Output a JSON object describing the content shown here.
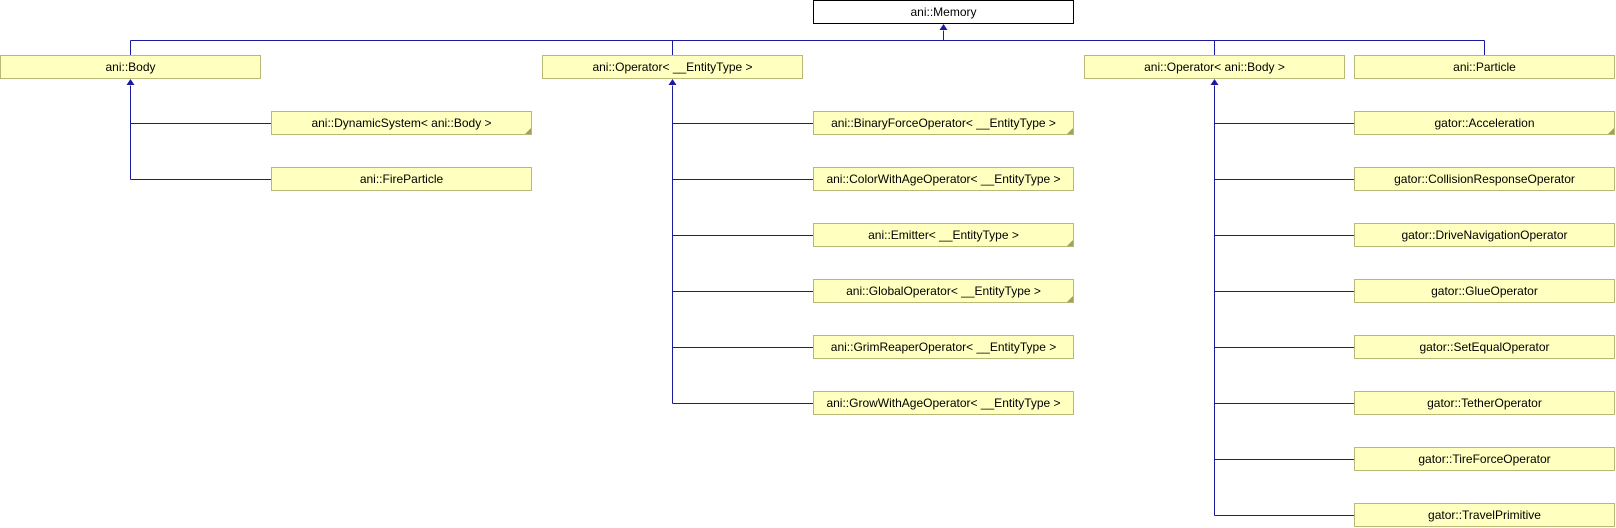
{
  "diagram": {
    "root": {
      "id": "memory",
      "label": "ani::Memory"
    },
    "children_of_root": [
      {
        "id": "body",
        "label": "ani::Body"
      },
      {
        "id": "operator-entity",
        "label": "ani::Operator< __EntityType >"
      },
      {
        "id": "operator-body",
        "label": "ani::Operator< ani::Body >"
      },
      {
        "id": "particle",
        "label": "ani::Particle"
      }
    ],
    "subclasses": {
      "body": [
        {
          "label": "ani::DynamicSystem< ani::Body >",
          "truncated": true
        },
        {
          "label": "ani::FireParticle",
          "truncated": false
        }
      ],
      "operator-entity": [
        {
          "label": "ani::BinaryForceOperator< __EntityType >",
          "truncated": true
        },
        {
          "label": "ani::ColorWithAgeOperator< __EntityType >",
          "truncated": false
        },
        {
          "label": "ani::Emitter< __EntityType >",
          "truncated": true
        },
        {
          "label": "ani::GlobalOperator< __EntityType >",
          "truncated": true
        },
        {
          "label": "ani::GrimReaperOperator< __EntityType >",
          "truncated": false
        },
        {
          "label": "ani::GrowWithAgeOperator< __EntityType >",
          "truncated": false
        }
      ],
      "operator-body": [
        {
          "label": "gator::Acceleration",
          "truncated": true
        },
        {
          "label": "gator::CollisionResponseOperator",
          "truncated": false
        },
        {
          "label": "gator::DriveNavigationOperator",
          "truncated": false
        },
        {
          "label": "gator::GlueOperator",
          "truncated": false
        },
        {
          "label": "gator::SetEqualOperator",
          "truncated": false
        },
        {
          "label": "gator::TetherOperator",
          "truncated": false
        },
        {
          "label": "gator::TireForceOperator",
          "truncated": false
        },
        {
          "label": "gator::TravelPrimitive",
          "truncated": false
        }
      ]
    },
    "colors": {
      "class_fill": "#ffffc0",
      "class_border": "#b8b878",
      "root_fill": "#ffffff",
      "root_border": "#000000",
      "edge": "#1a1a9c",
      "truncation_mark": "#a0a060"
    }
  }
}
